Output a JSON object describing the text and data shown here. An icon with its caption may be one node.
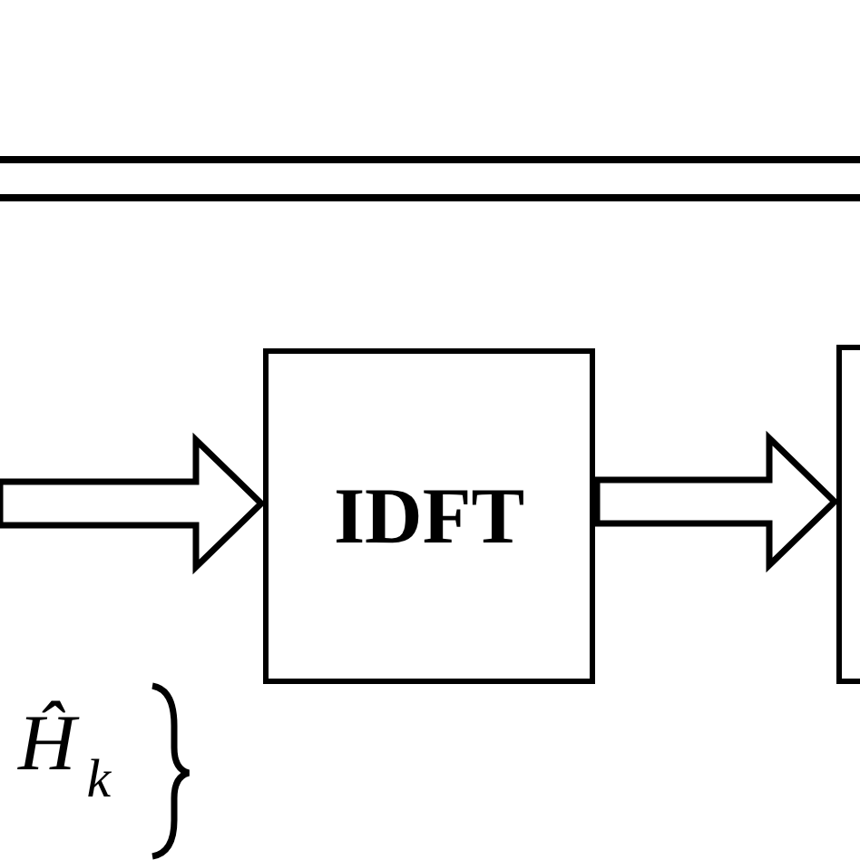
{
  "diagram": {
    "nodes": [
      {
        "text": [
          "IDFT"
        ]
      },
      {
        "text": [],
        "shape": "box"
      }
    ],
    "edges": [
      {
        "from": null,
        "to": 0,
        "arrow": "to"
      },
      {
        "from": 0,
        "to": 1,
        "arrow": "to"
      }
    ],
    "labels": [
      "Ĥ$_{k}$"
    ]
  }
}
